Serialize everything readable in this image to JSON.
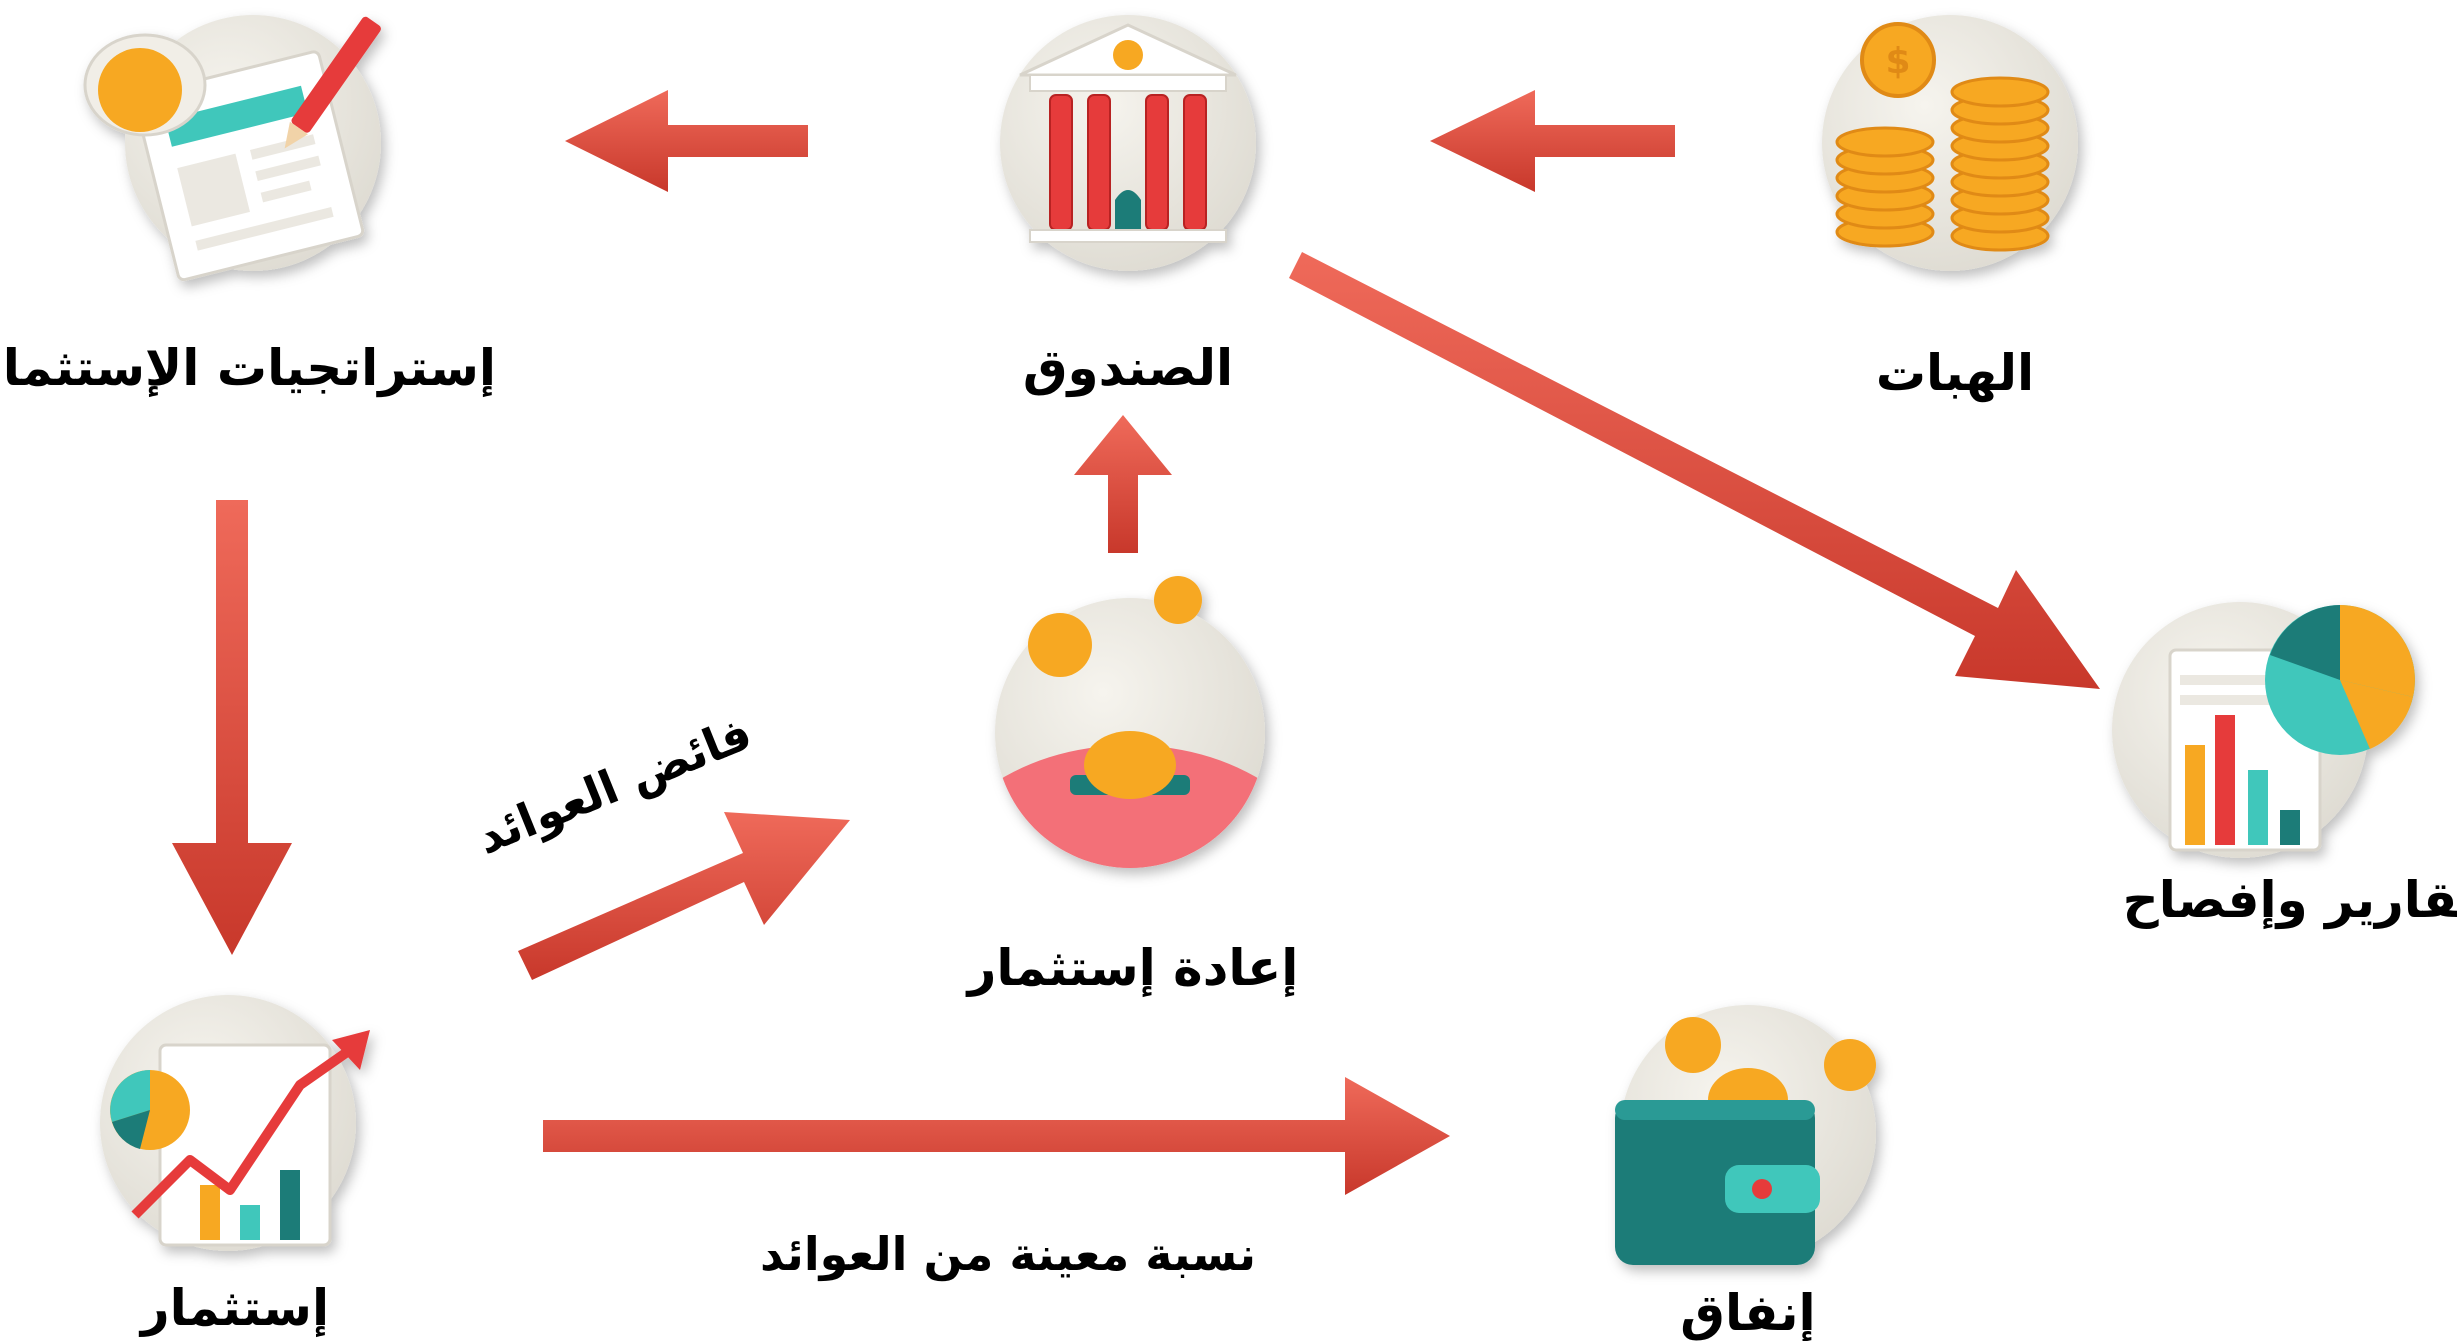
{
  "nodes": {
    "donations": {
      "label": "الهبات",
      "icon": "coins-stack-icon"
    },
    "fund": {
      "label": "الصندوق",
      "icon": "bank-building-icon"
    },
    "strategies": {
      "label": "إستراتجيات الإستثمار",
      "icon": "document-pen-icon"
    },
    "reports": {
      "label": "تقارير وإفصاح",
      "icon": "chart-report-icon"
    },
    "reinvest": {
      "label": "إعادة إستثمار",
      "icon": "piggy-bank-coin-icon"
    },
    "investment": {
      "label": "إستثمار",
      "icon": "growth-chart-icon"
    },
    "spending": {
      "label": "إنفاق",
      "icon": "wallet-icon"
    }
  },
  "edges": {
    "surplus_label": "فائض العوائد",
    "percentage_label": "نسبة معينة من العوائد"
  },
  "colors": {
    "arrow": "#e04a3c",
    "arrow_dark": "#c23527",
    "circle_bg": "#ece9e1",
    "coin": "#f7a823",
    "teal": "#1f7c78",
    "red": "#e63b3b"
  }
}
